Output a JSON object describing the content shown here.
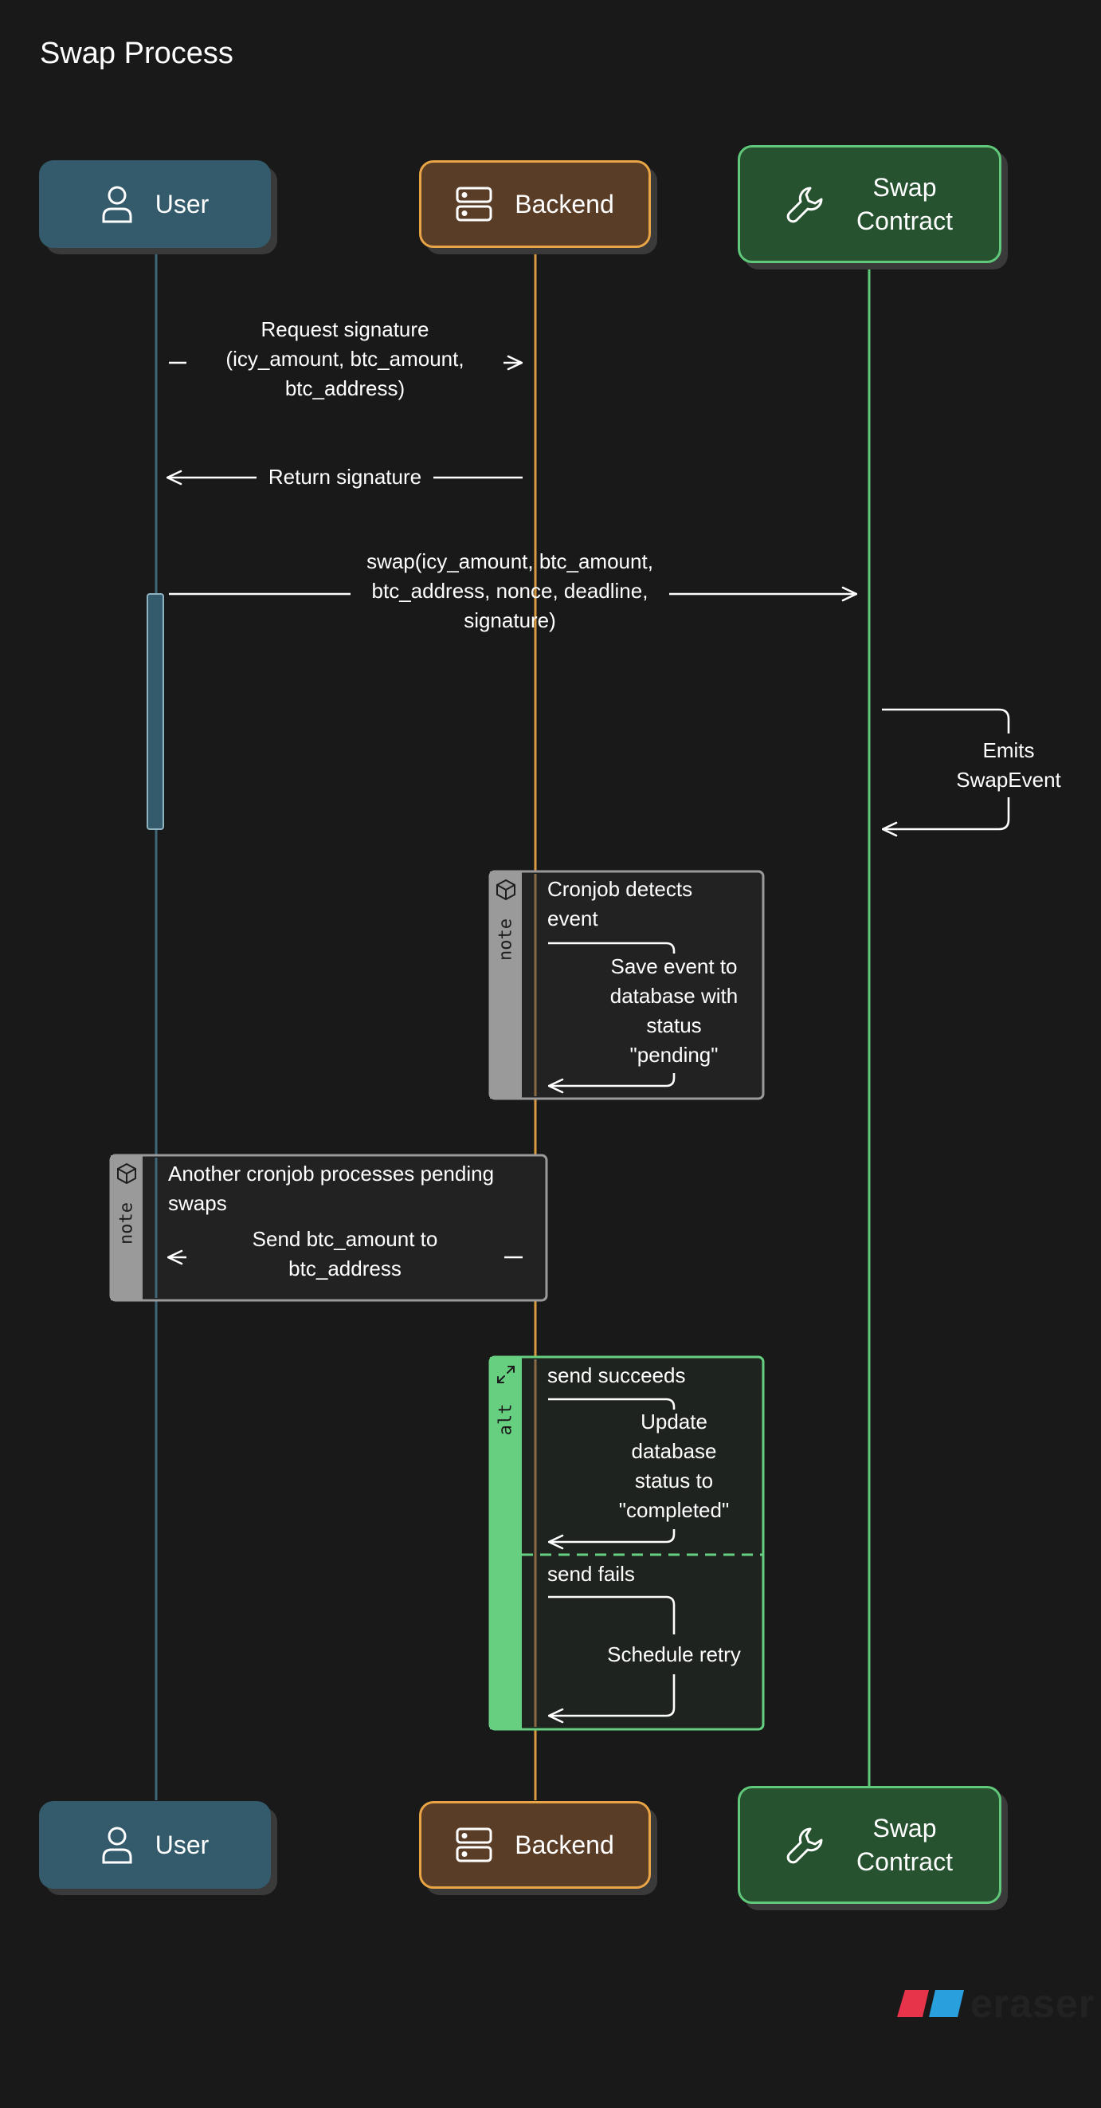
{
  "title": "Swap Process",
  "actors": {
    "user": {
      "label": "User",
      "icon": "person-icon"
    },
    "backend": {
      "label": "Backend",
      "icon": "server-icon"
    },
    "contract": {
      "label_line1": "Swap",
      "label_line2": "Contract",
      "icon": "wrench-icon"
    }
  },
  "messages": {
    "m1": [
      "Request signature",
      "(icy_amount, btc_amount,",
      "btc_address)"
    ],
    "m2": [
      "Return signature"
    ],
    "m3": [
      "swap(icy_amount, btc_amount,",
      "btc_address, nonce, deadline,",
      "signature)"
    ],
    "m4": [
      "Emits",
      "SwapEvent"
    ]
  },
  "note1": {
    "tag": "note",
    "title_line1": "Cronjob detects",
    "title_line2": "event",
    "message": [
      "Save event to",
      "database with",
      "status",
      "\"pending\""
    ]
  },
  "note2": {
    "tag": "note",
    "title_line1": "Another cronjob processes pending",
    "title_line2": "swaps",
    "message": [
      "Send btc_amount to",
      "btc_address"
    ]
  },
  "alt": {
    "tag": "alt",
    "branch1": {
      "title": "send succeeds",
      "message": [
        "Update",
        "database",
        "status to",
        "\"completed\""
      ]
    },
    "branch2": {
      "title": "send fails",
      "message": [
        "Schedule retry"
      ]
    }
  },
  "branding": {
    "word": "eraser"
  },
  "colors": {
    "background": "#191919",
    "user": "#335b6c",
    "backend_fill": "#5a3d27",
    "backend_border": "#e9a545",
    "contract_fill": "#265230",
    "contract_border": "#5fc979",
    "note_gray": "#9a9a9a",
    "alt_green": "#66cf80"
  }
}
